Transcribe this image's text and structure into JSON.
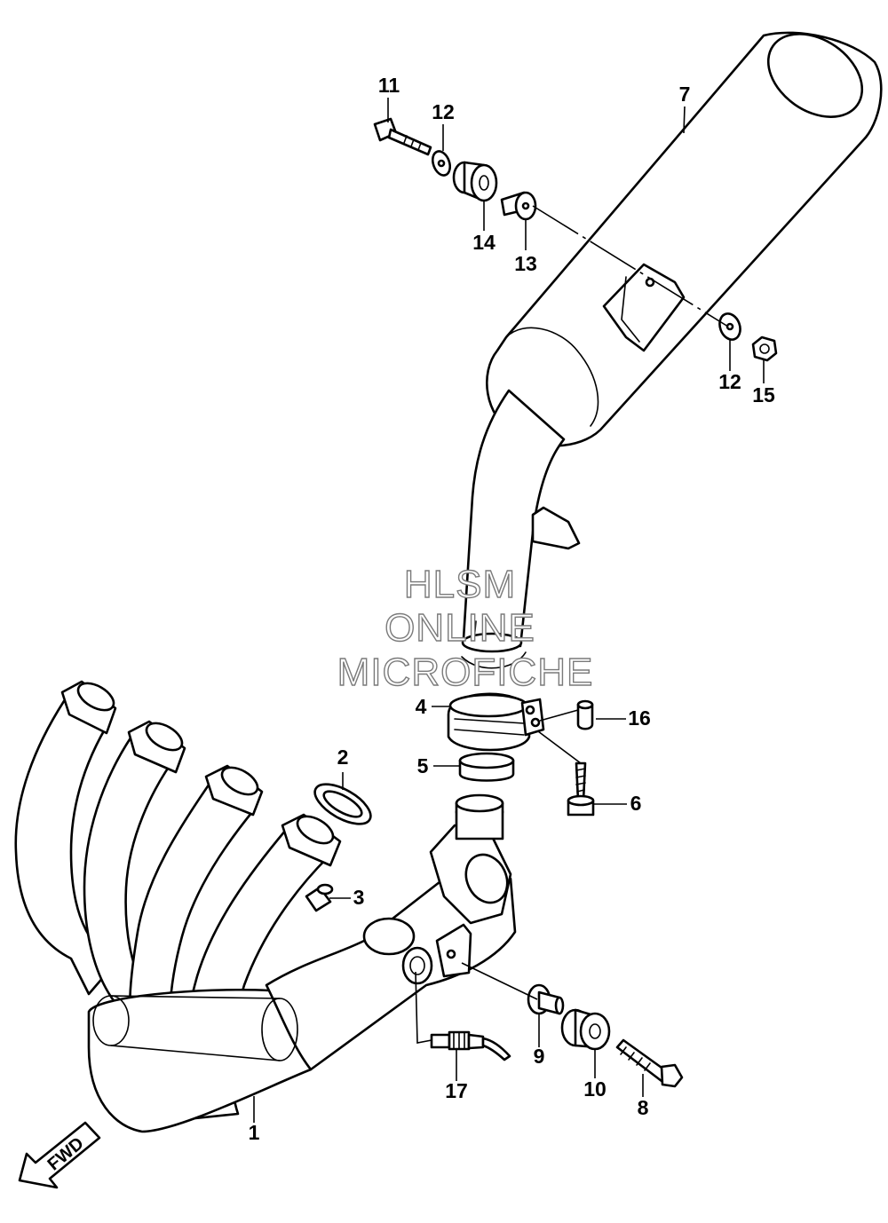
{
  "callouts": [
    {
      "id": "1",
      "text": "1"
    },
    {
      "id": "2",
      "text": "2"
    },
    {
      "id": "3",
      "text": "3"
    },
    {
      "id": "4",
      "text": "4"
    },
    {
      "id": "5",
      "text": "5"
    },
    {
      "id": "6",
      "text": "6"
    },
    {
      "id": "7",
      "text": "7"
    },
    {
      "id": "8",
      "text": "8"
    },
    {
      "id": "9",
      "text": "9"
    },
    {
      "id": "10",
      "text": "10"
    },
    {
      "id": "11",
      "text": "11"
    },
    {
      "id": "12a",
      "text": "12"
    },
    {
      "id": "12b",
      "text": "12"
    },
    {
      "id": "13",
      "text": "13"
    },
    {
      "id": "14",
      "text": "14"
    },
    {
      "id": "15",
      "text": "15"
    },
    {
      "id": "16",
      "text": "16"
    },
    {
      "id": "17",
      "text": "17"
    }
  ],
  "watermark": {
    "line1": "HLSM",
    "line2": "ONLINE",
    "line3": "MICROFICHE",
    "color": "#7a7a7a"
  },
  "forward_indicator": {
    "text": "FWD"
  }
}
